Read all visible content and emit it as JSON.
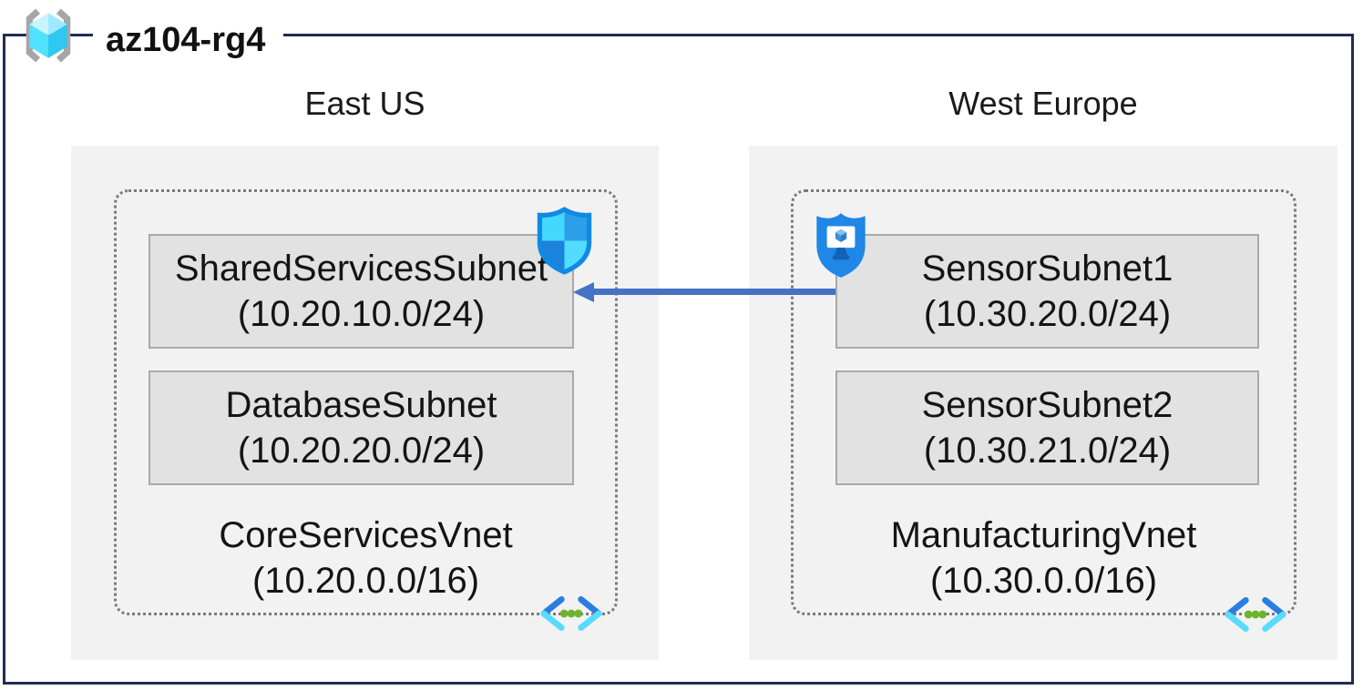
{
  "resource_group": {
    "name": "az104-rg4"
  },
  "regions": [
    {
      "name": "East US",
      "vnet_name": "CoreServicesVnet",
      "vnet_cidr": "(10.20.0.0/16)",
      "subnets": [
        {
          "name": "SharedServicesSubnet",
          "cidr": "(10.20.10.0/24)"
        },
        {
          "name": "DatabaseSubnet",
          "cidr": "(10.20.20.0/24)"
        }
      ]
    },
    {
      "name": "West Europe",
      "vnet_name": "ManufacturingVnet",
      "vnet_cidr": "(10.30.0.0/16)",
      "subnets": [
        {
          "name": "SensorSubnet1",
          "cidr": "(10.30.20.0/24)"
        },
        {
          "name": "SensorSubnet2",
          "cidr": "(10.30.21.0/24)"
        }
      ]
    }
  ],
  "connection": {
    "from_subnet": "SensorSubnet1",
    "to_subnet": "SharedServicesSubnet",
    "direction": "right-to-left",
    "color": "#4472c4"
  },
  "icons": {
    "resource_group": "resource-group-icon",
    "network_security_group": "network-security-group-shield-icon",
    "bastion": "bastion-shield-icon",
    "virtual_network": "virtual-network-icon"
  },
  "colors": {
    "outer_border": "#1f2d4f",
    "region_fill": "#f2f2f2",
    "subnet_fill": "#e2e2e2",
    "subnet_border": "#a9a9a9",
    "vnet_dotted_border": "#7a7a7a",
    "arrow": "#4472c4"
  }
}
